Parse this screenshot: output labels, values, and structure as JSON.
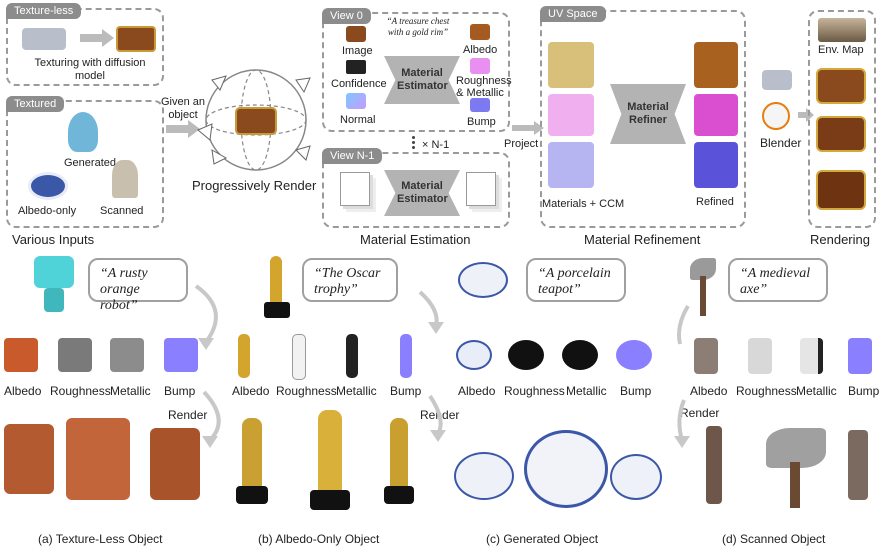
{
  "pipeline": {
    "texture_less_tag": "Texture-less",
    "texturing_caption": "Texturing with diffusion model",
    "textured_tag": "Textured",
    "generated": "Generated",
    "albedo_only": "Albedo-only",
    "scanned": "Scanned",
    "various_inputs": "Various Inputs",
    "given_an_object": "Given an object",
    "progressively_render": "Progressively Render",
    "view0_tag": "View 0",
    "prompt": "“A treasure chest with a gold rim”",
    "image": "Image",
    "confidence": "Confidence",
    "normal": "Normal",
    "material_estimator": "Material Estimator",
    "albedo": "Albedo",
    "roughness_metallic": "Roughness & Metallic",
    "bump": "Bump",
    "times_n1": "× N-1",
    "viewn1_tag": "View N-1",
    "material_estimation": "Material Estimation",
    "project": "Project",
    "uv_space_tag": "UV Space",
    "material_refiner": "Material Refiner",
    "materials_ccm": "Materials + CCM",
    "refined": "Refined",
    "material_refinement": "Material Refinement",
    "blender": "Blender",
    "env_map": "Env. Map",
    "rendering": "Rendering"
  },
  "examples": [
    {
      "quote": "“A rusty orange robot”",
      "labels": [
        "Albedo",
        "Roughness",
        "Metallic",
        "Bump"
      ],
      "render": "Render",
      "caption": "(a) Texture-Less Object"
    },
    {
      "quote": "“The Oscar trophy”",
      "labels": [
        "Albedo",
        "Roughness",
        "Metallic",
        "Bump"
      ],
      "render": "Render",
      "caption": "(b) Albedo-Only Object"
    },
    {
      "quote": "“A porcelain teapot”",
      "labels": [
        "Albedo",
        "Roughness",
        "Metallic",
        "Bump"
      ],
      "render": "",
      "caption": "(c) Generated Object"
    },
    {
      "quote": "“A medieval axe”",
      "labels": [
        "Albedo",
        "Roughness",
        "Metallic",
        "Bump"
      ],
      "render": "Render",
      "caption": "(d) Scanned Object"
    }
  ]
}
